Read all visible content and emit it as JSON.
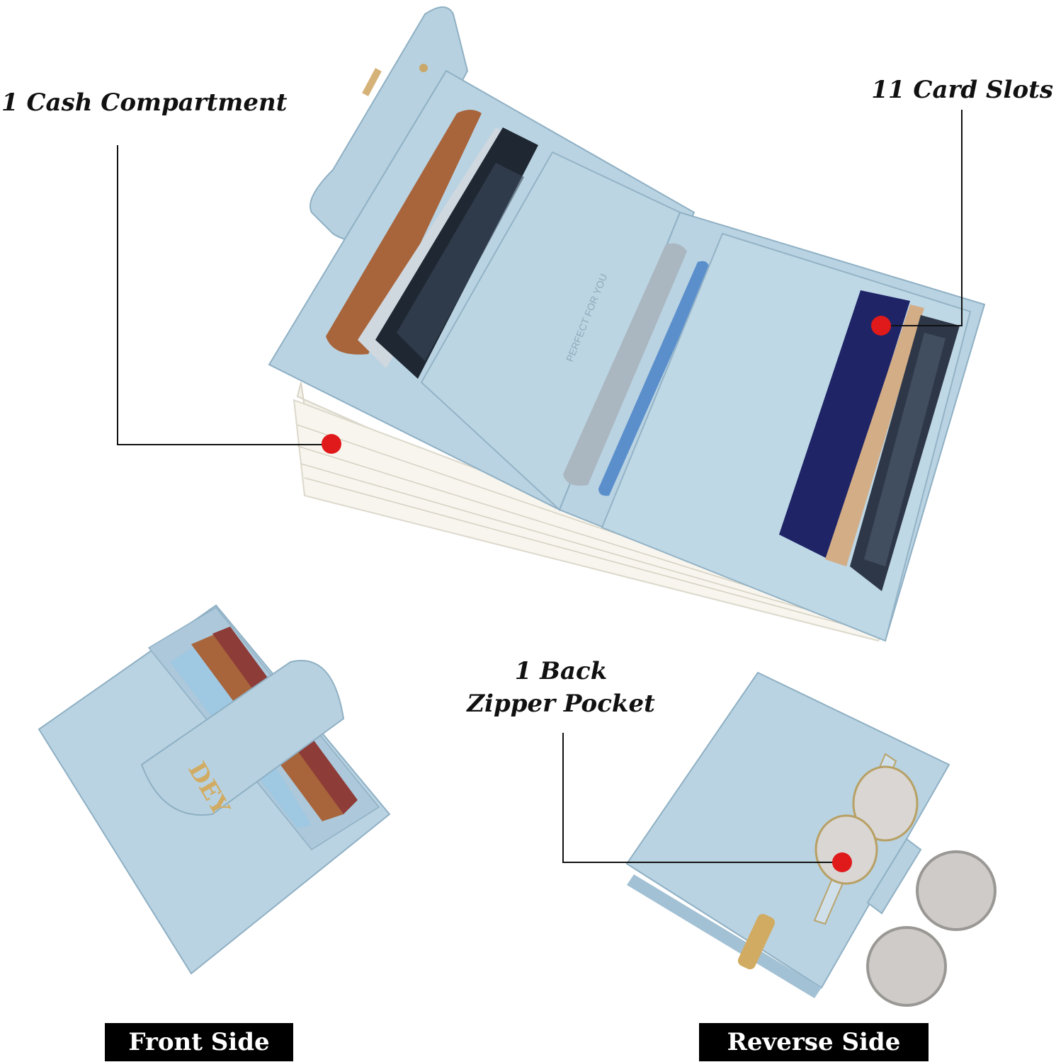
{
  "callouts": {
    "cash": "1 Cash Compartment",
    "cards": "11 Card Slots",
    "zipper_line1": "1 Back",
    "zipper_line2": "Zipper Pocket"
  },
  "badges": {
    "front": "Front Side",
    "reverse": "Reverse Side"
  },
  "wallet_text": {
    "embossed": "PERFECT FOR YOU",
    "logo": "DEY"
  },
  "colors": {
    "leather": "#b9d3e2",
    "leather_dark": "#94b3c6",
    "marker": "#e0191a",
    "card_brown": "#a8643a",
    "card_navy": "#1e2466",
    "card_red": "#8e3c38",
    "card_blue": "#5b8fcc"
  }
}
